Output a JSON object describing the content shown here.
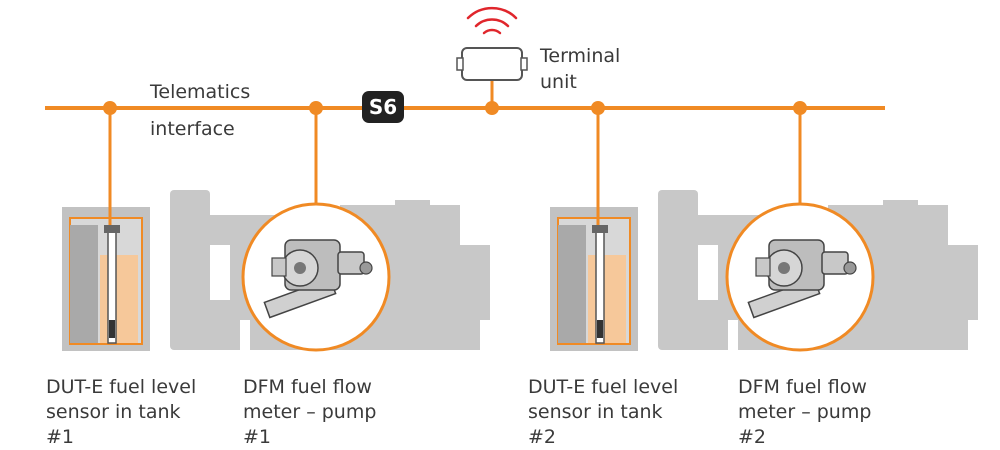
{
  "colors": {
    "bus": "#f08a24",
    "machine": "#c8c8c8",
    "machine_dark": "#b4b4b4",
    "fuel": "#f6c89a",
    "wifi": "#e0262c",
    "text": "#3a3a3a",
    "badge": "#222222"
  },
  "bus": {
    "label_line1": "Telematics",
    "label_line2": "interface",
    "badge_text": "S6"
  },
  "terminal": {
    "label_line1": "Terminal",
    "label_line2": "unit",
    "icon": "wifi-signal-icon"
  },
  "devices": [
    {
      "line1": "DUT-E fuel level",
      "line2": "sensor in tank",
      "line3": "#1"
    },
    {
      "line1": "DFM fuel flow",
      "line2": "meter – pump",
      "line3": "#1"
    },
    {
      "line1": "DUT-E fuel level",
      "line2": "sensor in tank",
      "line3": "#2"
    },
    {
      "line1": "DFM fuel flow",
      "line2": "meter – pump",
      "line3": "#2"
    }
  ]
}
